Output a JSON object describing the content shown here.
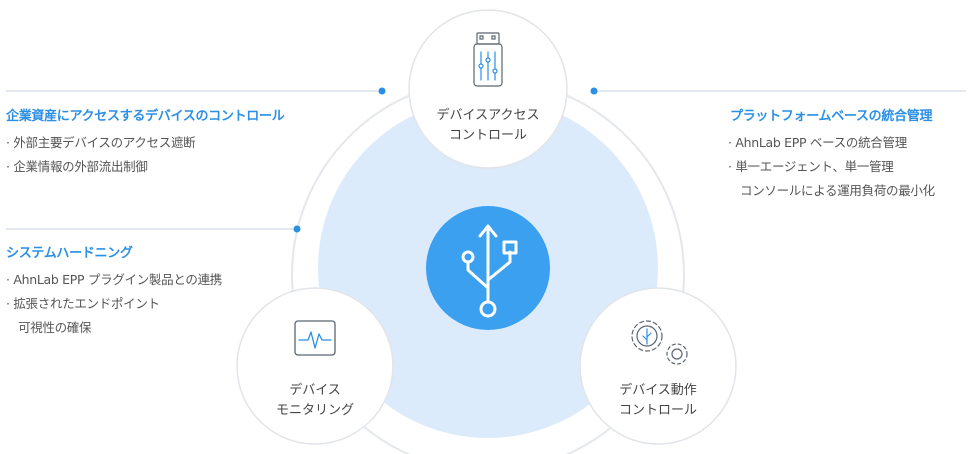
{
  "left_top": {
    "heading": "企業資産にアクセスするデバイスのコントロール",
    "items": [
      "· 外部主要デバイスのアクセス遮断",
      "· 企業情報の外部流出制御"
    ]
  },
  "left_mid": {
    "heading": "システムハードニング",
    "items": [
      "· AhnLab EPP プラグイン製品との連携",
      "· 拡張されたエンドポイント",
      "可視性の確保"
    ]
  },
  "right_top": {
    "heading": "プラットフォームベースの統合管理",
    "items": [
      "· AhnLab EPP ベースの統合管理",
      "· 単一エージェント、単一管理",
      "コンソールによる運用負荷の最小化"
    ]
  },
  "nodes": {
    "top": {
      "line1": "デバイスアクセス",
      "line2": "コントロール",
      "icon": "usb-drive-icon"
    },
    "bottom_left": {
      "line1": "デバイス",
      "line2": "モニタリング",
      "icon": "monitor-pulse-icon"
    },
    "bottom_right": {
      "line1": "デバイス動作",
      "line2": "コントロール",
      "icon": "usb-gear-icon"
    },
    "center": {
      "icon": "usb-symbol-icon"
    }
  },
  "colors": {
    "accent": "#2b8fe6",
    "center": "#3aa0ef",
    "inner_disc": "#dcebfb",
    "ring": "#e3e6ea"
  }
}
